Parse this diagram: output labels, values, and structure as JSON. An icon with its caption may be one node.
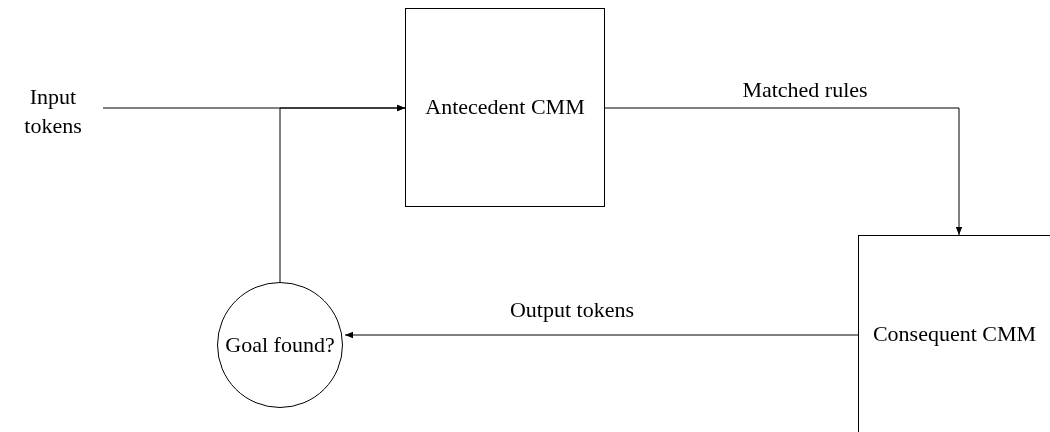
{
  "diagram": {
    "nodes": [
      {
        "text": [
          "Input tokens"
        ]
      },
      {
        "text": [
          "Antecedent CMM"
        ]
      },
      {
        "text": [
          "Consequent CMM"
        ]
      },
      {
        "text": [
          "Goal found?"
        ]
      }
    ],
    "edges": [
      {
        "from": 0,
        "to": 1,
        "arrow": "to"
      },
      {
        "from": 3,
        "to": 1,
        "arrow": "to"
      },
      {
        "from": 1,
        "to": 2,
        "arrow": "to",
        "label": "Matched rules"
      },
      {
        "from": 2,
        "to": 3,
        "arrow": "to",
        "label": "Output tokens"
      }
    ]
  }
}
